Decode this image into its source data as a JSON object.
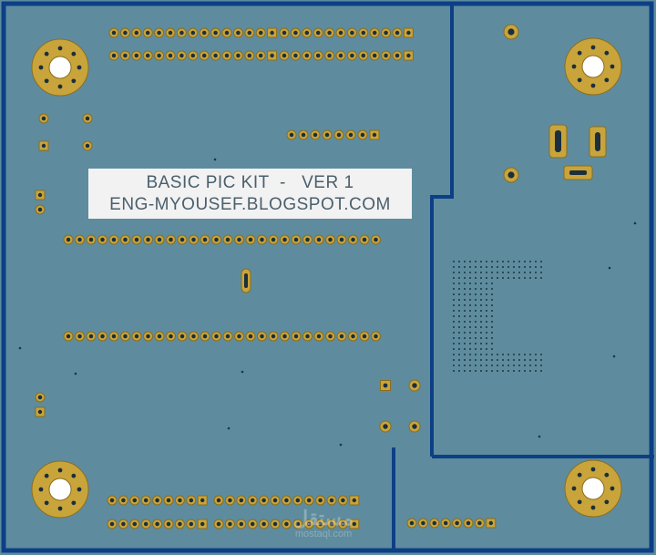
{
  "board": {
    "colors": {
      "background": "#5e8c9e",
      "border": "#0d3f86",
      "pad": "#c9a43b",
      "pad_edge": "#8a6d1e",
      "hole": "#1b2f3d",
      "label_bg": "#f2f2f2",
      "label_text": "#4a5f6c"
    },
    "silkscreen": {
      "line1": "BASIC PIC KIT  -   VER 1",
      "line2": "ENG-MYOUSEF.BLOGSPOT.COM"
    }
  },
  "watermark": {
    "arabic": "مستقل",
    "url": "mostaql.com"
  }
}
